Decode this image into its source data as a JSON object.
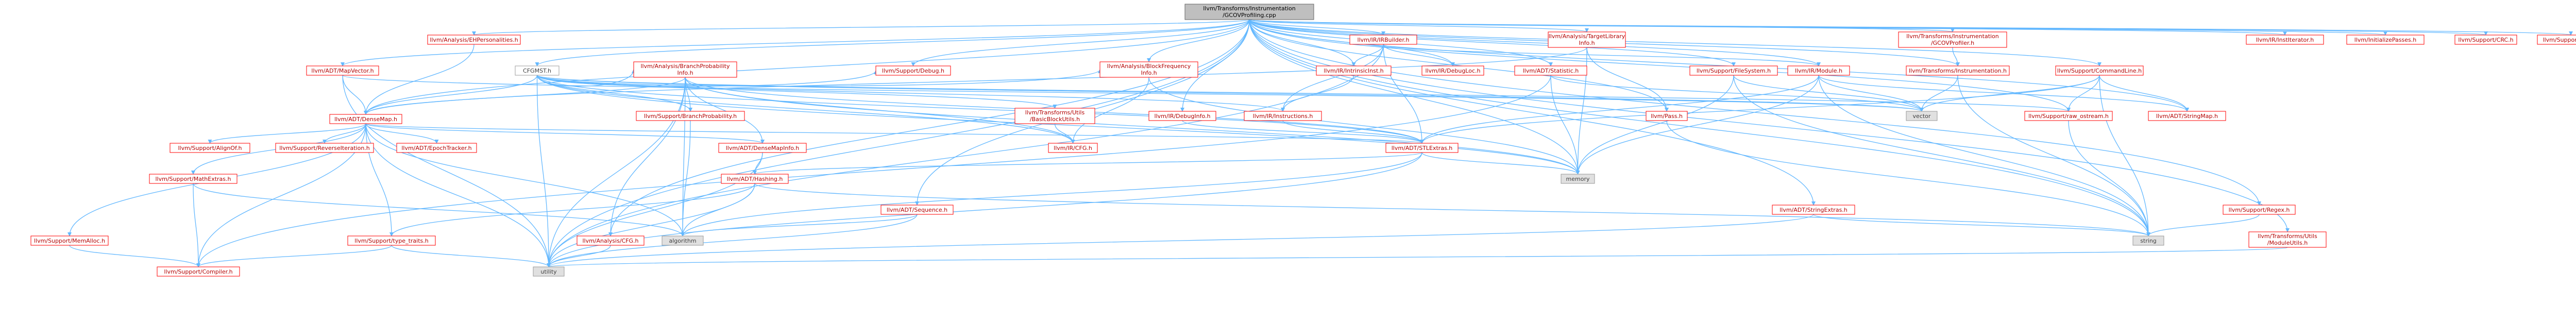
{
  "colors": {
    "edge": "#63b8ff",
    "node_fill": "#ffffff",
    "node_text_link": "#b40000",
    "node_text_plain": "#404040",
    "node_border_link": "#ff0000",
    "node_border_plain": "#9d9d9d",
    "root_fill": "#bfbfbf",
    "root_border": "#666666",
    "root_text": "#000000",
    "system_fill": "#e0e0e0",
    "system_border": "#999999"
  },
  "nodes": [
    {
      "id": "root",
      "label": "llvm/Transforms/Instrumentation\n/GCOVProfiling.cpp",
      "kind": "root"
    },
    {
      "id": "ehpers",
      "label": "llvm/Analysis/EHPersonalities.h",
      "kind": "link"
    },
    {
      "id": "cfgmst",
      "label": "CFGMST.h",
      "kind": "plain"
    },
    {
      "id": "mapvector",
      "label": "llvm/ADT/MapVector.h",
      "kind": "link"
    },
    {
      "id": "densemap",
      "label": "llvm/ADT/DenseMap.h",
      "kind": "link"
    },
    {
      "id": "branchprobinfo",
      "label": "llvm/Analysis/BranchProbability\nInfo.h",
      "kind": "link"
    },
    {
      "id": "supportdebug",
      "label": "llvm/Support/Debug.h",
      "kind": "link"
    },
    {
      "id": "blockfreq",
      "label": "llvm/Analysis/BlockFrequency\nInfo.h",
      "kind": "link"
    },
    {
      "id": "irbuilder",
      "label": "llvm/IR/IRBuilder.h",
      "kind": "link"
    },
    {
      "id": "targetlib",
      "label": "llvm/Analysis/Target​Library\nInfo.h",
      "kind": "link"
    },
    {
      "id": "statistic",
      "label": "llvm/ADT/Statistic.h",
      "kind": "link"
    },
    {
      "id": "filesystem",
      "label": "llvm/Support/FileSystem.h",
      "kind": "link"
    },
    {
      "id": "irmodule",
      "label": "llvm/IR/Module.h",
      "kind": "link"
    },
    {
      "id": "gcovprofiler",
      "label": "llvm/Transforms/Instrumentation\n/GCOVProfiler.h",
      "kind": "link"
    },
    {
      "id": "instrumentation",
      "label": "llvm/Transforms/Instrumentation.h",
      "kind": "link"
    },
    {
      "id": "commandline",
      "label": "llvm/Support/CommandLine.h",
      "kind": "link"
    },
    {
      "id": "institerator",
      "label": "llvm/IR/InstIterator.h",
      "kind": "link"
    },
    {
      "id": "initpasses",
      "label": "llvm/InitializePasses.h",
      "kind": "link"
    },
    {
      "id": "supportcrc",
      "label": "llvm/Support/CRC.h",
      "kind": "link"
    },
    {
      "id": "supportpath",
      "label": "llvm/Support/Path.h",
      "kind": "link"
    },
    {
      "id": "branchprob",
      "label": "llvm/Support/BranchProbability.h",
      "kind": "link"
    },
    {
      "id": "intrinsicinst",
      "label": "llvm/IR/IntrinsicInst.h",
      "kind": "link"
    },
    {
      "id": "debugloc",
      "label": "llvm/IR/DebugLoc.h",
      "kind": "link"
    },
    {
      "id": "basicblockutils",
      "label": "llvm/Transforms/Utils\n/BasicBlockUtils.h",
      "kind": "link"
    },
    {
      "id": "irinstructions",
      "label": "llvm/IR/Instructions.h",
      "kind": "link"
    },
    {
      "id": "irdebuginfo",
      "label": "llvm/IR/DebugInfo.h",
      "kind": "link"
    },
    {
      "id": "pass",
      "label": "llvm/Pass.h",
      "kind": "link"
    },
    {
      "id": "vector",
      "label": "vector",
      "kind": "system"
    },
    {
      "id": "rawostream",
      "label": "llvm/Support/raw_ostream.h",
      "kind": "link"
    },
    {
      "id": "stringmap",
      "label": "llvm/ADT/StringMap.h",
      "kind": "link"
    },
    {
      "id": "alignof",
      "label": "llvm/Support/AlignOf.h",
      "kind": "link"
    },
    {
      "id": "reverseiter",
      "label": "llvm/Support/ReverseIteration.h",
      "kind": "link"
    },
    {
      "id": "epochtracker",
      "label": "llvm/ADT/EpochTracker.h",
      "kind": "link"
    },
    {
      "id": "densemapinfo",
      "label": "llvm/ADT/DenseMapInfo.h",
      "kind": "link"
    },
    {
      "id": "ircfg",
      "label": "llvm/IR/CFG.h",
      "kind": "link"
    },
    {
      "id": "stlextras",
      "label": "llvm/ADT/STLExtras.h",
      "kind": "link"
    },
    {
      "id": "memory",
      "label": "memory",
      "kind": "system"
    },
    {
      "id": "mathextras",
      "label": "llvm/Support/MathExtras.h",
      "kind": "link"
    },
    {
      "id": "adthashing",
      "label": "llvm/ADT/Hashing.h",
      "kind": "link"
    },
    {
      "id": "adtsequence",
      "label": "llvm/ADT/Sequence.h",
      "kind": "link"
    },
    {
      "id": "stringextras",
      "label": "llvm/ADT/StringExtras.h",
      "kind": "link"
    },
    {
      "id": "regex",
      "label": "llvm/Support/Regex.h",
      "kind": "link"
    },
    {
      "id": "memalloc",
      "label": "llvm/Support/MemAlloc.h",
      "kind": "link"
    },
    {
      "id": "typetraits",
      "label": "llvm/Support/type_traits.h",
      "kind": "link"
    },
    {
      "id": "algorithm",
      "label": "algorithm",
      "kind": "system"
    },
    {
      "id": "analysiscfg",
      "label": "llvm/Analysis/CFG.h",
      "kind": "link"
    },
    {
      "id": "string",
      "label": "string",
      "kind": "system"
    },
    {
      "id": "moduleutils",
      "label": "llvm/Transforms/Utils\n/ModuleUtils.h",
      "kind": "link"
    },
    {
      "id": "compiler",
      "label": "llvm/Support/Compiler.h",
      "kind": "link"
    },
    {
      "id": "utility",
      "label": "utility",
      "kind": "system"
    }
  ],
  "edges": [
    [
      "root",
      "ehpers"
    ],
    [
      "root",
      "cfgmst"
    ],
    [
      "root",
      "mapvector"
    ],
    [
      "root",
      "densemap"
    ],
    [
      "root",
      "supportdebug"
    ],
    [
      "root",
      "blockfreq"
    ],
    [
      "root",
      "irbuilder"
    ],
    [
      "root",
      "targetlib"
    ],
    [
      "root",
      "statistic"
    ],
    [
      "root",
      "filesystem"
    ],
    [
      "root",
      "irmodule"
    ],
    [
      "root",
      "gcovprofiler"
    ],
    [
      "root",
      "instrumentation"
    ],
    [
      "root",
      "commandline"
    ],
    [
      "root",
      "institerator"
    ],
    [
      "root",
      "initpasses"
    ],
    [
      "root",
      "supportcrc"
    ],
    [
      "root",
      "supportpath"
    ],
    [
      "root",
      "stringextras"
    ],
    [
      "root",
      "regex"
    ],
    [
      "root",
      "moduleutils"
    ],
    [
      "root",
      "string"
    ],
    [
      "root",
      "memory"
    ],
    [
      "root",
      "utility"
    ],
    [
      "root",
      "irdebuginfo"
    ],
    [
      "root",
      "intrinsicinst"
    ],
    [
      "root",
      "debugloc"
    ],
    [
      "root",
      "pass"
    ],
    [
      "root",
      "analysiscfg"
    ],
    [
      "root",
      "adtsequence"
    ],
    [
      "root",
      "stringmap"
    ],
    [
      "root",
      "rawostream"
    ],
    [
      "ehpers",
      "densemap"
    ],
    [
      "cfgmst",
      "densemap"
    ],
    [
      "cfgmst",
      "branchprobinfo"
    ],
    [
      "cfgmst",
      "supportdebug"
    ],
    [
      "cfgmst",
      "blockfreq"
    ],
    [
      "cfgmst",
      "branchprob"
    ],
    [
      "cfgmst",
      "basicblockutils"
    ],
    [
      "cfgmst",
      "irinstructions"
    ],
    [
      "cfgmst",
      "rawostream"
    ],
    [
      "cfgmst",
      "stlextras"
    ],
    [
      "cfgmst",
      "memory"
    ],
    [
      "cfgmst",
      "utility"
    ],
    [
      "cfgmst",
      "vector"
    ],
    [
      "cfgmst",
      "ircfg"
    ],
    [
      "mapvector",
      "densemap"
    ],
    [
      "mapvector",
      "vector"
    ],
    [
      "mapvector",
      "utility"
    ],
    [
      "densemap",
      "alignof"
    ],
    [
      "densemap",
      "reverseiter"
    ],
    [
      "densemap",
      "epochtracker"
    ],
    [
      "densemap",
      "densemapinfo"
    ],
    [
      "densemap",
      "mathextras"
    ],
    [
      "densemap",
      "memalloc"
    ],
    [
      "densemap",
      "typetraits"
    ],
    [
      "densemap",
      "algorithm"
    ],
    [
      "densemap",
      "compiler"
    ],
    [
      "densemap",
      "utility"
    ],
    [
      "densemap",
      "stlextras"
    ],
    [
      "branchprobinfo",
      "densemap"
    ],
    [
      "branchprobinfo",
      "densemapinfo"
    ],
    [
      "branchprobinfo",
      "ircfg"
    ],
    [
      "branchprobinfo",
      "branchprob"
    ],
    [
      "branchprobinfo",
      "algorithm"
    ],
    [
      "branchprobinfo",
      "memory"
    ],
    [
      "branchprobinfo",
      "utility"
    ],
    [
      "branchprobinfo",
      "analysiscfg"
    ],
    [
      "branchprobinfo",
      "stlextras"
    ],
    [
      "blockfreq",
      "memory"
    ],
    [
      "blockfreq",
      "ircfg"
    ],
    [
      "irbuilder",
      "intrinsicinst"
    ],
    [
      "irbuilder",
      "debugloc"
    ],
    [
      "irbuilder",
      "irinstructions"
    ],
    [
      "irbuilder",
      "irmodule"
    ],
    [
      "irbuilder",
      "stlextras"
    ],
    [
      "irbuilder",
      "utility"
    ],
    [
      "targetlib",
      "densemap"
    ],
    [
      "targetlib",
      "pass"
    ],
    [
      "targetlib",
      "memory"
    ],
    [
      "statistic",
      "memory"
    ],
    [
      "statistic",
      "vector"
    ],
    [
      "statistic",
      "compiler"
    ],
    [
      "filesystem",
      "string"
    ],
    [
      "filesystem",
      "vector"
    ],
    [
      "filesystem",
      "memory"
    ],
    [
      "irmodule",
      "string"
    ],
    [
      "irmodule",
      "vector"
    ],
    [
      "irmodule",
      "memory"
    ],
    [
      "irmodule",
      "stringmap"
    ],
    [
      "irmodule",
      "stlextras"
    ],
    [
      "gcovprofiler",
      "instrumentation"
    ],
    [
      "instrumentation",
      "string"
    ],
    [
      "instrumentation",
      "vector"
    ],
    [
      "commandline",
      "string"
    ],
    [
      "commandline",
      "vector"
    ],
    [
      "commandline",
      "stringmap"
    ],
    [
      "commandline",
      "rawostream"
    ],
    [
      "commandline",
      "stlextras"
    ],
    [
      "branchprob",
      "algorithm"
    ],
    [
      "intrinsicinst",
      "irinstructions"
    ],
    [
      "irdebuginfo",
      "stlextras"
    ],
    [
      "basicblockutils",
      "ircfg"
    ],
    [
      "irinstructions",
      "stlextras"
    ],
    [
      "pass",
      "string"
    ],
    [
      "rawostream",
      "string"
    ],
    [
      "densemapinfo",
      "adthashing"
    ],
    [
      "densemapinfo",
      "utility"
    ],
    [
      "stlextras",
      "algorithm"
    ],
    [
      "stlextras",
      "memory"
    ],
    [
      "stlextras",
      "utility"
    ],
    [
      "stlextras",
      "adthashing"
    ],
    [
      "mathextras",
      "compiler"
    ],
    [
      "mathextras",
      "algorithm"
    ],
    [
      "adthashing",
      "typetraits"
    ],
    [
      "adthashing",
      "algorithm"
    ],
    [
      "adthashing",
      "string"
    ],
    [
      "adthashing",
      "utility"
    ],
    [
      "adtsequence",
      "algorithm"
    ],
    [
      "adtsequence",
      "utility"
    ],
    [
      "stringextras",
      "string"
    ],
    [
      "stringextras",
      "utility"
    ],
    [
      "regex",
      "string"
    ],
    [
      "memalloc",
      "compiler"
    ],
    [
      "typetraits",
      "compiler"
    ],
    [
      "typetraits",
      "utility"
    ],
    [
      "analysiscfg",
      "utility"
    ],
    [
      "moduleutils",
      "utility"
    ]
  ]
}
